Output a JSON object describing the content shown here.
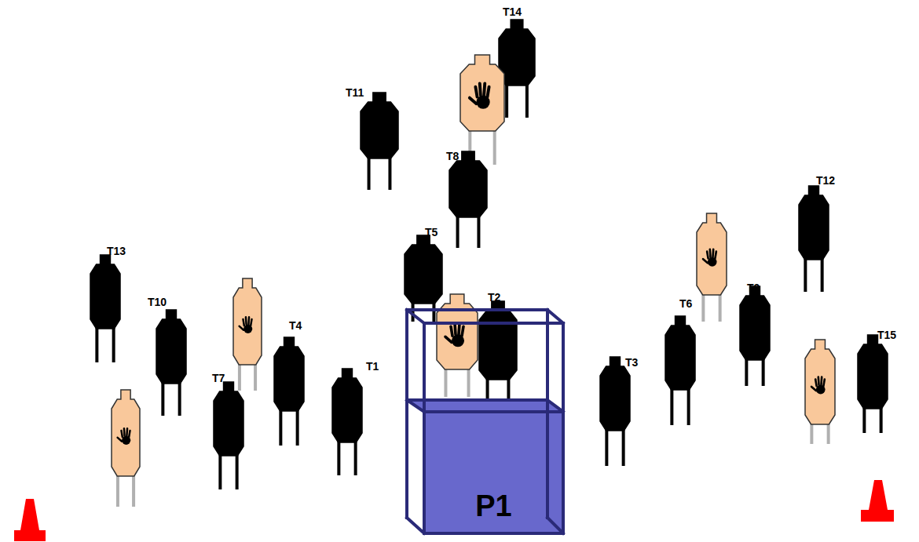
{
  "diagram": {
    "nodes": [
      {
        "text": [
          "P1"
        ]
      }
    ],
    "labels": [
      "T14",
      "T11",
      "T8",
      "T5",
      "T2",
      "T13",
      "T10",
      "T4",
      "T1",
      "T7",
      "T3",
      "T6",
      "T9",
      "T12",
      "T15"
    ]
  }
}
